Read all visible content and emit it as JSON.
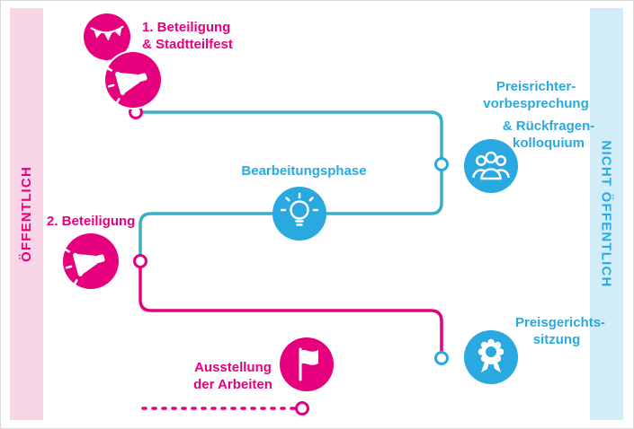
{
  "bands": {
    "left": {
      "label": "ÖFFENTLICH"
    },
    "right": {
      "label": "NICHT ÖFFENTLICH"
    }
  },
  "steps": {
    "step1": {
      "lines": [
        "1. Beteiligung",
        "& Stadtteilfest"
      ]
    },
    "jury_briefing": {
      "lines": [
        "Preisrichter-",
        "vorbesprechung",
        "& Rückfragen-",
        "kolloquium"
      ]
    },
    "work_phase": {
      "lines": [
        "Bearbeitungsphase"
      ]
    },
    "step2": {
      "lines": [
        "2. Beteiligung"
      ]
    },
    "jury_session": {
      "lines": [
        "Preisgerichts-",
        "sitzung"
      ]
    },
    "exhibition": {
      "lines": [
        "Ausstellung",
        "der Arbeiten"
      ]
    }
  },
  "sequence": [
    "step1",
    "jury_briefing",
    "work_phase",
    "step2",
    "jury_session",
    "exhibition"
  ],
  "icons": {
    "stadtteilfest": "bunting-icon",
    "beteiligung_1": "megaphone-icon",
    "preisrichtervorbesprechung": "jury-people-icon",
    "bearbeitungsphase": "lightbulb-icon",
    "beteiligung_2": "megaphone-icon",
    "preisgerichtssitzung": "award-ribbon-icon",
    "ausstellung": "flag-icon"
  },
  "colors": {
    "magenta": "#e6007e",
    "blue": "#29a9e0",
    "teal": "#3bb0c3",
    "band_pink_bg": "#f8d6e7",
    "band_blue_bg": "#d2ecf8"
  }
}
